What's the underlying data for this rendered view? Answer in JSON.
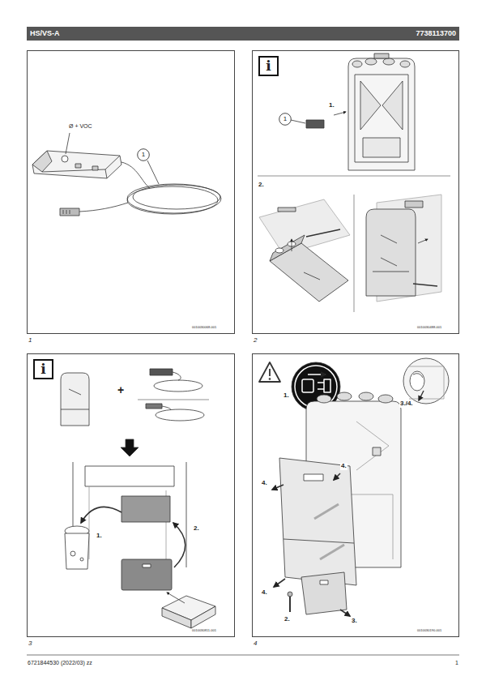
{
  "diagram": {
    "nodes": [
      {
        "text": [
          "HS/VS-A",
          "7738113700"
        ]
      },
      {
        "text": [
          "1"
        ]
      },
      {
        "text": [
          "1"
        ],
        "in": 1
      },
      {
        "text": [
          "2"
        ]
      },
      {
        "text": [
          "i"
        ],
        "in": 3
      },
      {
        "text": [
          "1"
        ],
        "in": 3
      },
      {
        "text": [
          "3"
        ]
      },
      {
        "text": [
          "i"
        ],
        "in": 6
      },
      {
        "text": [
          "4"
        ]
      }
    ],
    "labels": [
      "Ø + VOC",
      "0010030068-001",
      "1.",
      "2.",
      "0010030488-001",
      "+",
      "1.",
      "2.",
      "0010030811-001",
      "1.",
      "3./4.",
      "4.",
      "4.",
      "4.",
      "2.",
      "3.",
      "0010030190-001",
      "6721844530 (2022/03) zz",
      "1"
    ]
  }
}
